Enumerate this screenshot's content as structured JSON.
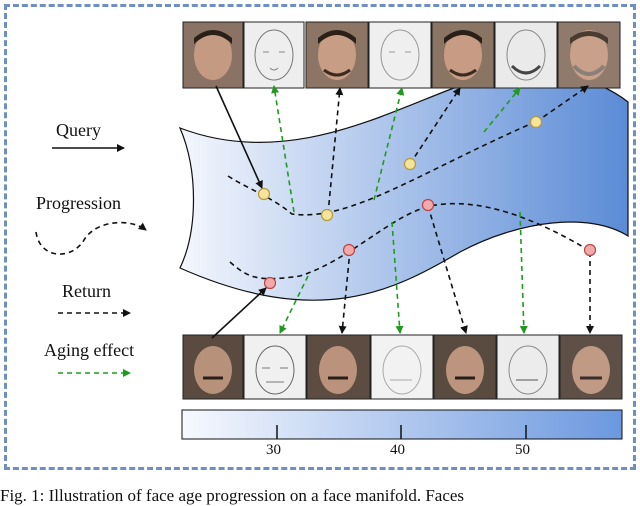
{
  "legend": {
    "query": "Query",
    "progression": "Progression",
    "return": "Return",
    "aging_effect": "Aging effect"
  },
  "colorbar": {
    "ticks": [
      "30",
      "40",
      "50"
    ]
  },
  "caption": "Fig. 1: Illustration of face age progression on a face manifold. Faces",
  "colors": {
    "frame": "#6f8fc4",
    "manifold_light": "#f4f7fd",
    "manifold_dark": "#5b8bd6",
    "query_node": "#f6e49a",
    "return_node": "#f2a9a9",
    "aging_arrow": "#1f9a1f",
    "return_arrow": "#111111"
  },
  "icons": [
    "face-photo",
    "edge-map-image"
  ]
}
